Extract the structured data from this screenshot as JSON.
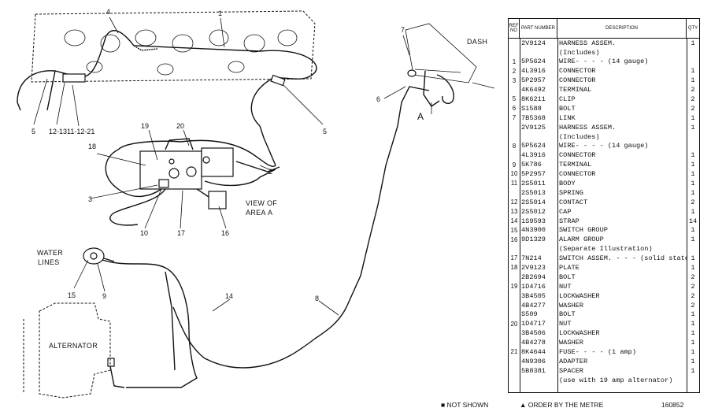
{
  "diagram": {
    "callouts": [
      "1",
      "2",
      "3",
      "4",
      "5",
      "5",
      "6",
      "7",
      "8",
      "9",
      "10",
      "11-12-21",
      "12-13",
      "14",
      "15",
      "16",
      "17",
      "18",
      "19",
      "20"
    ],
    "area_labels": {
      "dash": "DASH",
      "view": "VIEW OF",
      "area": "AREA",
      "water_1": "WATER",
      "water_2": "LINES",
      "alternator": "ALTERNATOR",
      "a_marker": "A"
    }
  },
  "table": {
    "headers": {
      "ref": "REF NO",
      "part": "PART NUMBER",
      "desc": "DESCRIPTION",
      "qty": "QTY"
    },
    "rows": [
      {
        "ref": "",
        "pn": "2V9124",
        "desc": "HARNESS ASSEM.",
        "qty": "1"
      },
      {
        "ref": "",
        "pn": "",
        "desc": "  (Includes)",
        "qty": ""
      },
      {
        "ref": "1",
        "pn": "5P5624",
        "desc": "  WIRE- - - - (14 gauge)",
        "qty": ""
      },
      {
        "ref": "2",
        "pn": "4L3916",
        "desc": "  CONNECTOR",
        "qty": "1"
      },
      {
        "ref": "3",
        "pn": "5P2957",
        "desc": "  CONNECTOR",
        "qty": "1"
      },
      {
        "ref": "",
        "pn": "4K6492",
        "desc": "  TERMINAL",
        "qty": "2"
      },
      {
        "ref": "5",
        "pn": "8K6211",
        "desc": "CLIP",
        "qty": "2"
      },
      {
        "ref": "6",
        "pn": "S1588",
        "desc": "BOLT",
        "qty": "2"
      },
      {
        "ref": "7",
        "pn": "7B5368",
        "desc": "LINK",
        "qty": "1"
      },
      {
        "ref": "",
        "pn": "2V9125",
        "desc": "HARNESS ASSEM.",
        "qty": "1"
      },
      {
        "ref": "",
        "pn": "",
        "desc": "  (Includes)",
        "qty": ""
      },
      {
        "ref": "8",
        "pn": "5P5624",
        "desc": "  WIRE- - - - (14 gauge)",
        "qty": ""
      },
      {
        "ref": "",
        "pn": "4L3916",
        "desc": "  CONNECTOR",
        "qty": "1"
      },
      {
        "ref": "9",
        "pn": "5K786",
        "desc": "  TERMINAL",
        "qty": "1"
      },
      {
        "ref": "10",
        "pn": "5P2957",
        "desc": "  CONNECTOR",
        "qty": "1"
      },
      {
        "ref": "11",
        "pn": "2S5011",
        "desc": "  BODY",
        "qty": "1"
      },
      {
        "ref": "",
        "pn": "2S5013",
        "desc": "  SPRING",
        "qty": "1"
      },
      {
        "ref": "12",
        "pn": "2S5014",
        "desc": "  CONTACT",
        "qty": "2"
      },
      {
        "ref": "13",
        "pn": "2S5012",
        "desc": "  CAP",
        "qty": "1"
      },
      {
        "ref": "14",
        "pn": "1S9593",
        "desc": "STRAP",
        "qty": "14"
      },
      {
        "ref": "15",
        "pn": "4N3900",
        "desc": "SWITCH GROUP",
        "qty": "1"
      },
      {
        "ref": "16",
        "pn": "9D1329",
        "desc": "ALARM GROUP",
        "qty": "1"
      },
      {
        "ref": "",
        "pn": "",
        "desc": "   (Separate Illustration)",
        "qty": ""
      },
      {
        "ref": "17",
        "pn": "7N214",
        "desc": "SWITCH ASSEM. - - - (solid state)",
        "qty": "1"
      },
      {
        "ref": "18",
        "pn": "2V9123",
        "desc": "PLATE",
        "qty": "1"
      },
      {
        "ref": "",
        "pn": "2B2694",
        "desc": "BOLT",
        "qty": "2"
      },
      {
        "ref": "19",
        "pn": "1D4716",
        "desc": "NUT",
        "qty": "2"
      },
      {
        "ref": "",
        "pn": "3B4505",
        "desc": "LOCKWASHER",
        "qty": "2"
      },
      {
        "ref": "",
        "pn": "4B4277",
        "desc": "WASHER",
        "qty": "2"
      },
      {
        "ref": "",
        "pn": "S509",
        "desc": "BOLT",
        "qty": "1"
      },
      {
        "ref": "20",
        "pn": "1D4717",
        "desc": "NUT",
        "qty": "1"
      },
      {
        "ref": "",
        "pn": "3B4506",
        "desc": "LOCKWASHER",
        "qty": "1"
      },
      {
        "ref": "",
        "pn": "4B4278",
        "desc": "WASHER",
        "qty": "1"
      },
      {
        "ref": "21",
        "pn": "8K4644",
        "desc": "FUSE- - - - (1 amp)",
        "qty": "1"
      },
      {
        "ref": "",
        "pn": "4N9306",
        "desc": "ADAPTER",
        "qty": "1"
      },
      {
        "ref": "",
        "pn": "5B8381",
        "desc": "SPACER",
        "qty": "1"
      },
      {
        "ref": "",
        "pn": "",
        "desc": "  (use with 19 amp alternator)",
        "qty": ""
      }
    ]
  },
  "footer": {
    "not_shown": "■ NOT SHOWN",
    "order_by_metre": "▲ ORDER BY THE METRE",
    "drawing_no": "160852"
  }
}
